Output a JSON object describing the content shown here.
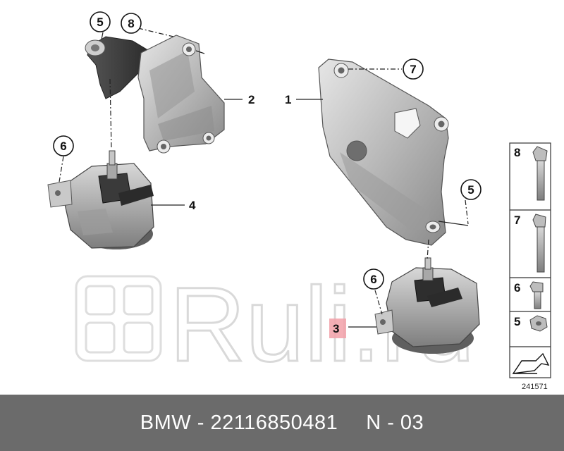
{
  "diagram": {
    "callouts": {
      "c1": "1",
      "c2": "2",
      "c3": "3",
      "c4": "4",
      "c5a": "5",
      "c5b": "5",
      "c6a": "6",
      "c6b": "6",
      "c7": "7",
      "c8": "8"
    },
    "fastener_panel": {
      "labels": [
        "8",
        "7",
        "6",
        "5"
      ]
    },
    "reference_number": "241571",
    "watermark": "Ruli.ru",
    "highlight_color": "#f2a0a8"
  },
  "footer": {
    "brand_part": "BMW - 22116850481",
    "position": "N - 03"
  }
}
